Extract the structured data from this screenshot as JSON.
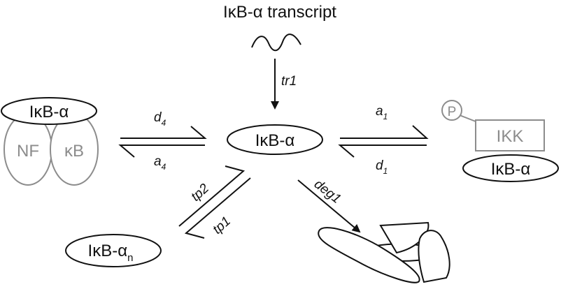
{
  "species": {
    "transcript": "IκB-α transcript",
    "ikba_center": "IκB-α",
    "ikba_left": "IκB-α",
    "nf": "NF",
    "kb": "κB",
    "ikba_right": "IκB-α",
    "ikk": "IKK",
    "p": "P",
    "ikba_n_base": "IκB-α",
    "ikba_n_sub": "n"
  },
  "rates": {
    "tr1": "tr1",
    "d4": "d",
    "d4_sub": "4",
    "a4": "a",
    "a4_sub": "4",
    "a1": "a",
    "a1_sub": "1",
    "d1": "d",
    "d1_sub": "1",
    "tp2": "tp2",
    "tp1": "tp1",
    "deg1": "deg1"
  },
  "colors": {
    "line": "#111111",
    "complex_grey": "#8c8c8c"
  }
}
